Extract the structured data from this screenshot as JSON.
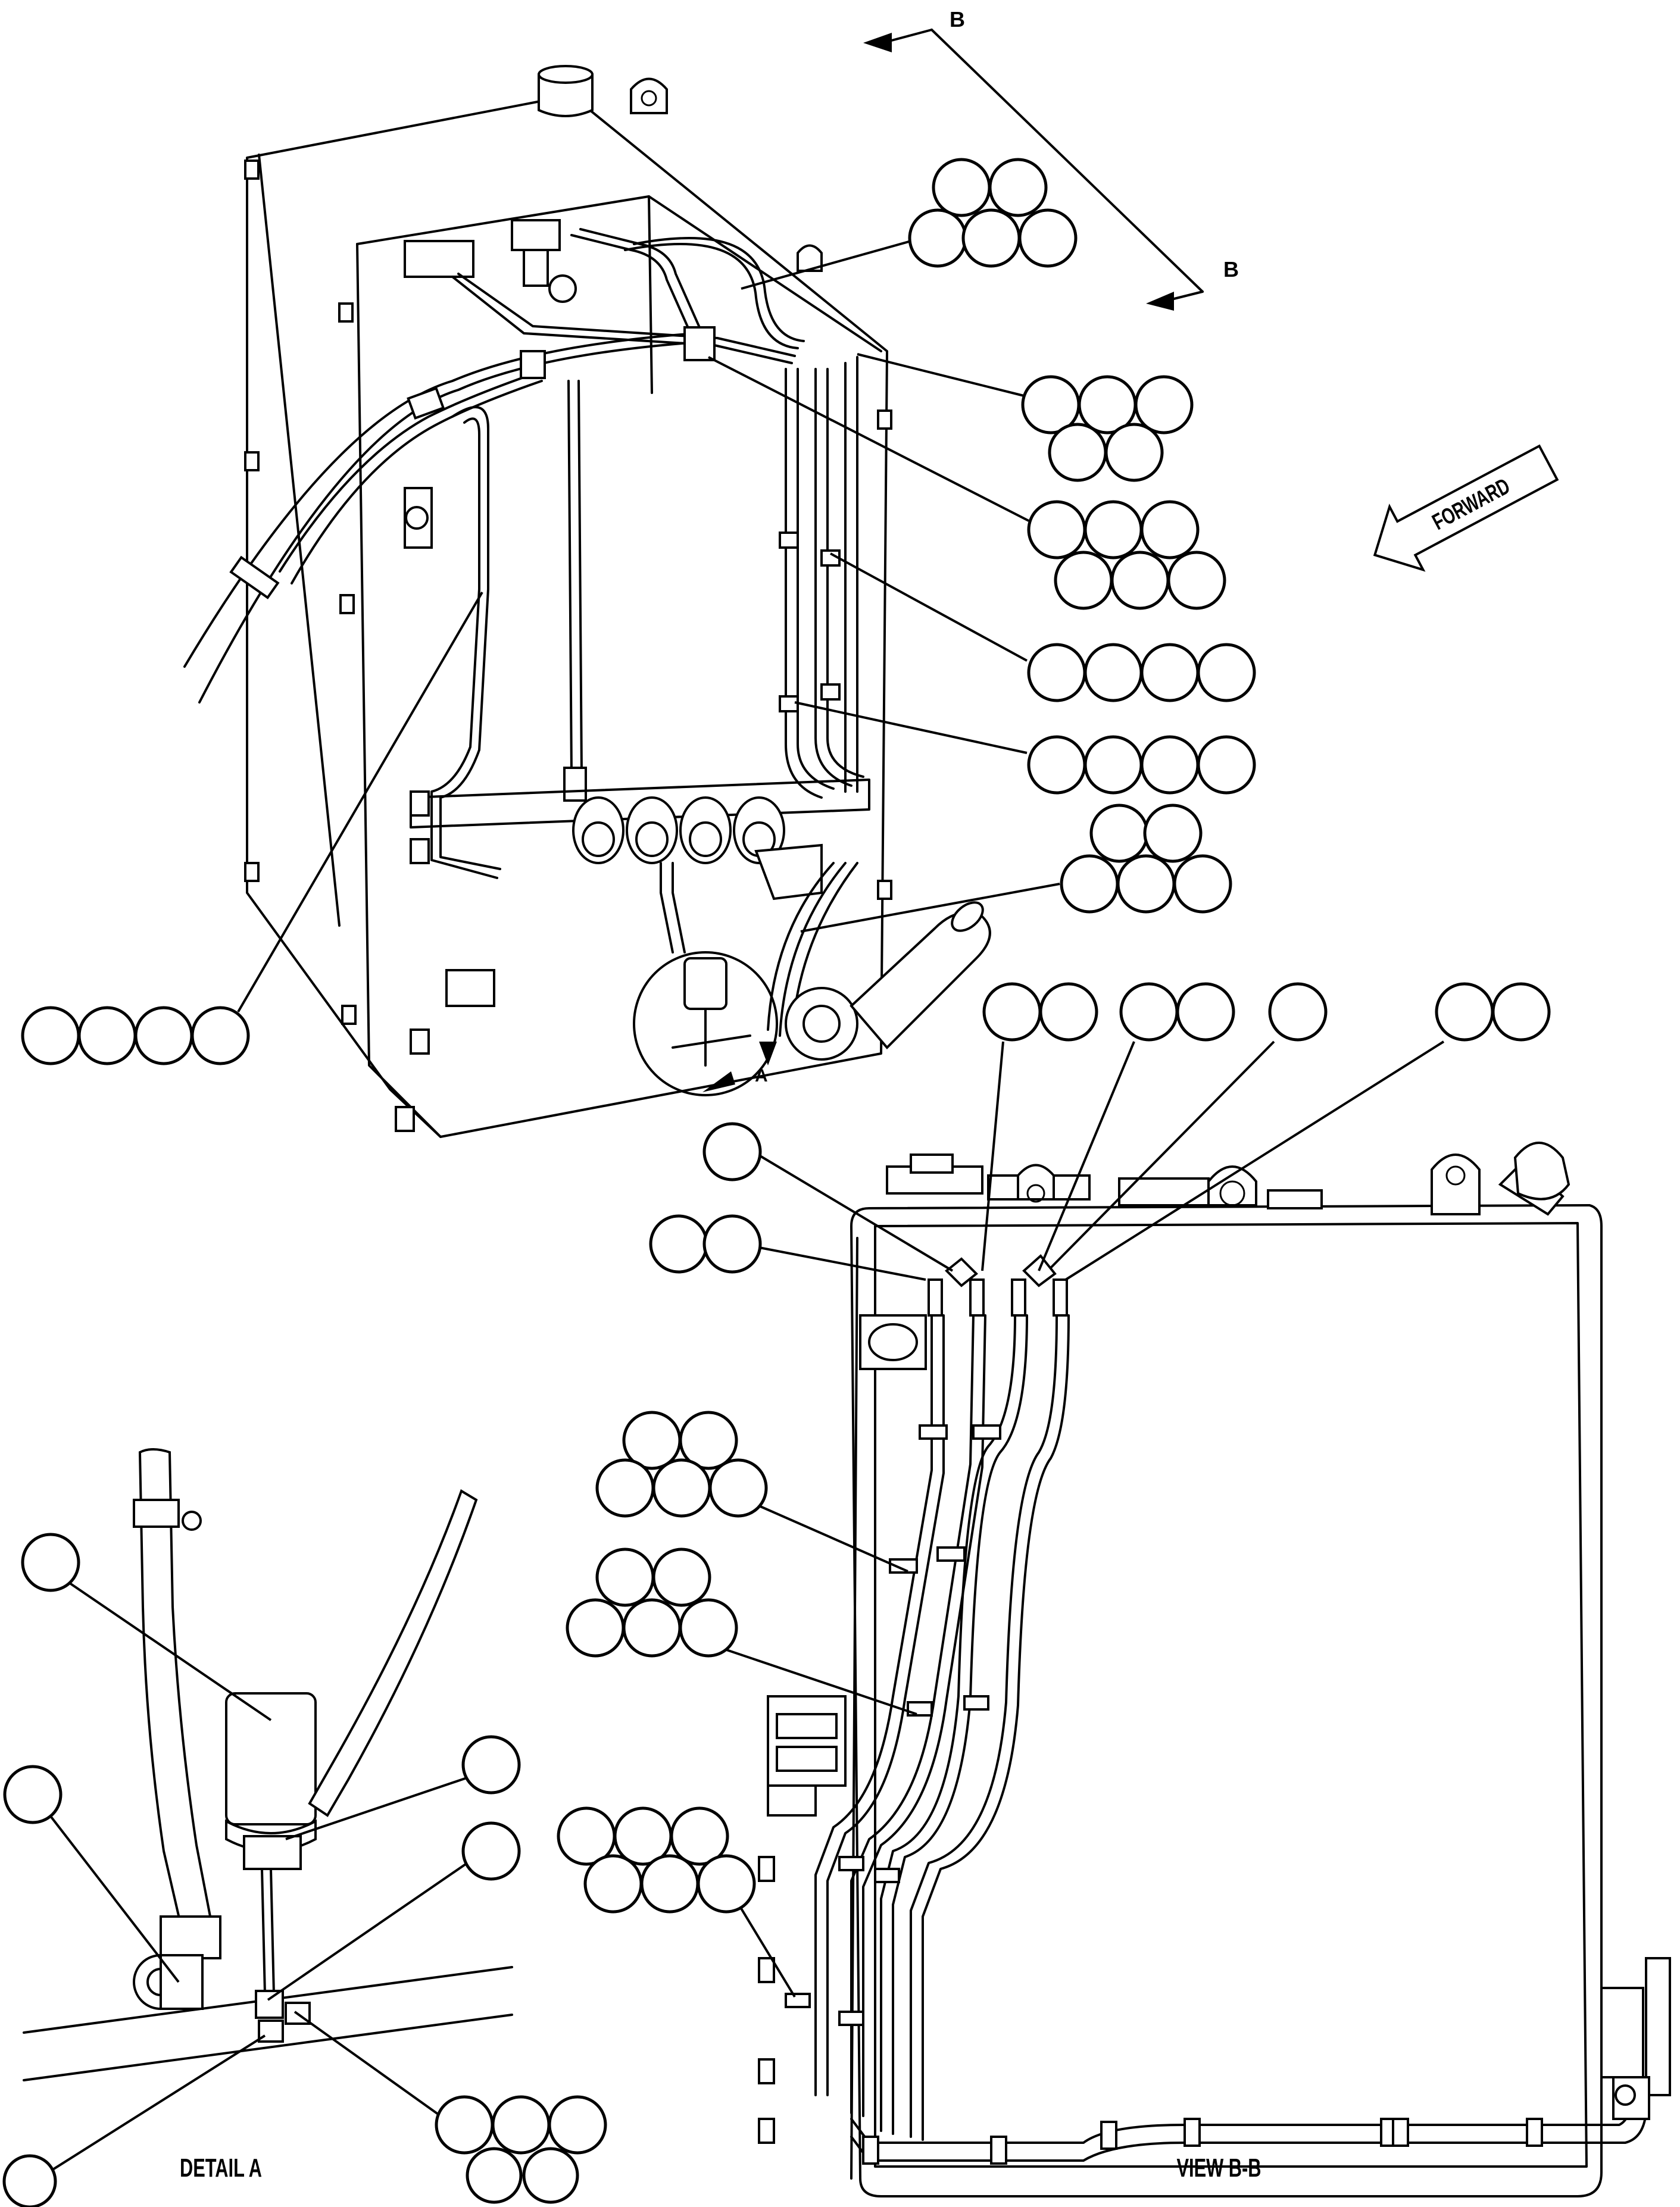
{
  "labels": {
    "section_letter_top": "B",
    "section_letter_right": "B",
    "forward_arrow": "FORWARD",
    "detail_a_marker": "A",
    "detail_a_title": "DETAIL A",
    "view_bb_title": "VIEW B-B"
  },
  "callout_groups": [
    {
      "count": 5
    },
    {
      "count": 5
    },
    {
      "count": 6
    },
    {
      "count": 4
    },
    {
      "count": 4
    },
    {
      "count": 5
    },
    {
      "count": 4
    },
    {
      "count": 2
    },
    {
      "count": 2
    },
    {
      "count": 1
    },
    {
      "count": 2
    },
    {
      "count": 1
    },
    {
      "count": 2
    },
    {
      "count": 5
    },
    {
      "count": 5
    },
    {
      "count": 6
    },
    {
      "count": 1
    },
    {
      "count": 1
    },
    {
      "count": 1
    },
    {
      "count": 1
    },
    {
      "count": 1
    },
    {
      "count": 5
    }
  ]
}
